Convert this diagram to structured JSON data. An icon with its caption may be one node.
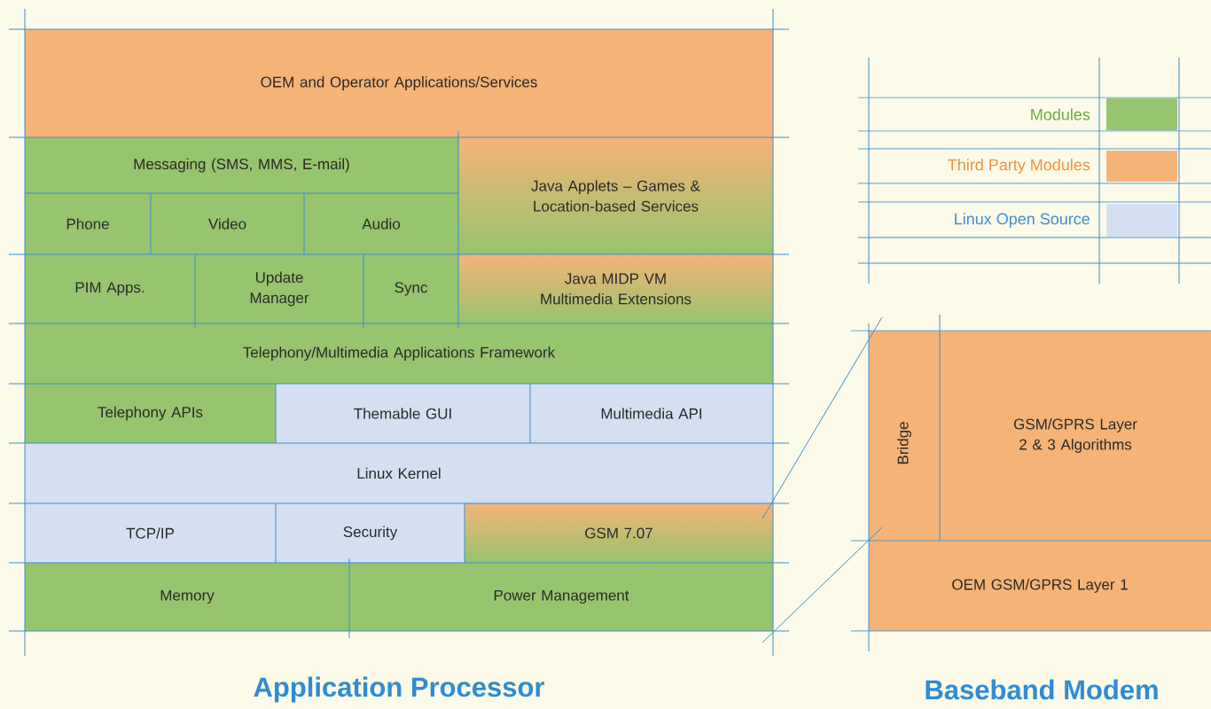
{
  "diagram": {
    "nodes": [
      {
        "text": [
          "OEM and Operator Applications/Services"
        ]
      },
      {
        "text": [
          "Messaging (SMS, MMS, E-mail)"
        ]
      },
      {
        "text": [
          "Java Applets – Games & Location-based Services"
        ]
      },
      {
        "text": [
          "Phone"
        ]
      },
      {
        "text": [
          "Video"
        ]
      },
      {
        "text": [
          "Audio"
        ]
      },
      {
        "text": [
          "PIM Apps."
        ]
      },
      {
        "text": [
          "Update Manager"
        ]
      },
      {
        "text": [
          "Sync"
        ]
      },
      {
        "text": [
          "Java MIDP VM Multimedia Extensions"
        ]
      },
      {
        "text": [
          "Telephony/Multimedia Applications Framework"
        ]
      },
      {
        "text": [
          "Telephony APIs"
        ]
      },
      {
        "text": [
          "Themable GUI"
        ]
      },
      {
        "text": [
          "Multimedia API"
        ]
      },
      {
        "text": [
          "Linux Kernel"
        ]
      },
      {
        "text": [
          "TCP/IP"
        ]
      },
      {
        "text": [
          "Security"
        ]
      },
      {
        "text": [
          "GSM 7.07"
        ]
      },
      {
        "text": [
          "Memory"
        ]
      },
      {
        "text": [
          "Power Management"
        ]
      },
      {
        "text": [
          "Bridge"
        ]
      },
      {
        "text": [
          "GSM/GPRS Layer 2 & 3 Algorithms"
        ]
      },
      {
        "text": [
          "OEM GSM/GPRS Layer 1"
        ]
      }
    ],
    "labels": [
      "Application Processor",
      "Baseband Modem"
    ],
    "legend": [
      {
        "text": "Modules",
        "color": "#97c46e"
      },
      {
        "text": "Third Party Modules",
        "color": "#f5b377"
      },
      {
        "text": "Linux Open Source",
        "color": "#d4e0f2"
      }
    ]
  }
}
